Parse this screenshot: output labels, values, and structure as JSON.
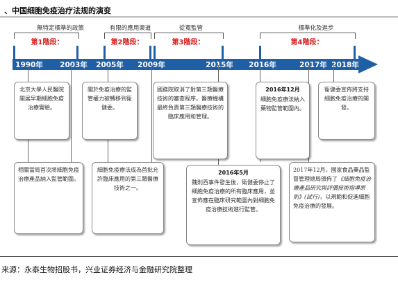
{
  "title": "、中国细胞免疫治疗法规的演变",
  "source": "来源：永泰生物招股书，兴业证券经济与金融研究院整理",
  "phases": [
    {
      "desc": "無特定標準的政策",
      "label": "第1階段："
    },
    {
      "desc": "有限的應用渠道",
      "label": "第2階段："
    },
    {
      "desc": "從寬監管",
      "label": "第3階段："
    },
    {
      "desc": "標準化及進步",
      "label": "第4階段："
    }
  ],
  "years": [
    "1990年",
    "2003年",
    "2005年",
    "2009年",
    "2015年",
    "2016年",
    "2017年",
    "2018年"
  ],
  "boxes": {
    "b1990": "北京大學人民醫院開展早期細胞免疫治療實驗。",
    "b2005": "關於免疫治療的監管權力被轉移到衛健委。",
    "b2015": "國務院取消了對第三類醫療技術的審查程序。醫療機構最終負責第三類醫療技術的臨床應用和管理。",
    "b2016_head": "2016年12月",
    "b2016": "細胞免疫療法納入藥物監管範圍內。",
    "b2018": "衛健委宣佈將支持細胞免疫治療的開發。",
    "b2003": "相關當局首次將細胞免疫治療產品納入監管範圍。",
    "b2009": "細胞免疫療法成為首批允許臨床應用的第三類醫療技術之一。",
    "b2016may_head": "2016年5月",
    "b2016may": "魏則西事件發生後，衛健委停止了細胞免疫治療的所有臨床應用，並宣佈應在臨床研究範圍內對細胞免疫治療技術進行監管。",
    "b2017_p1": "2017年12月，國家食品藥品監督管理總局頒佈了",
    "b2017_p2": "《細胞免疫治療產品研究與評價技術指導原則》",
    "b2017_p3": "(試行)",
    "b2017_p4": "，以規範和促進細胞免疫治療的發展。"
  },
  "colors": {
    "timeline": "#1f5fa6",
    "phase_label": "#d62020"
  }
}
